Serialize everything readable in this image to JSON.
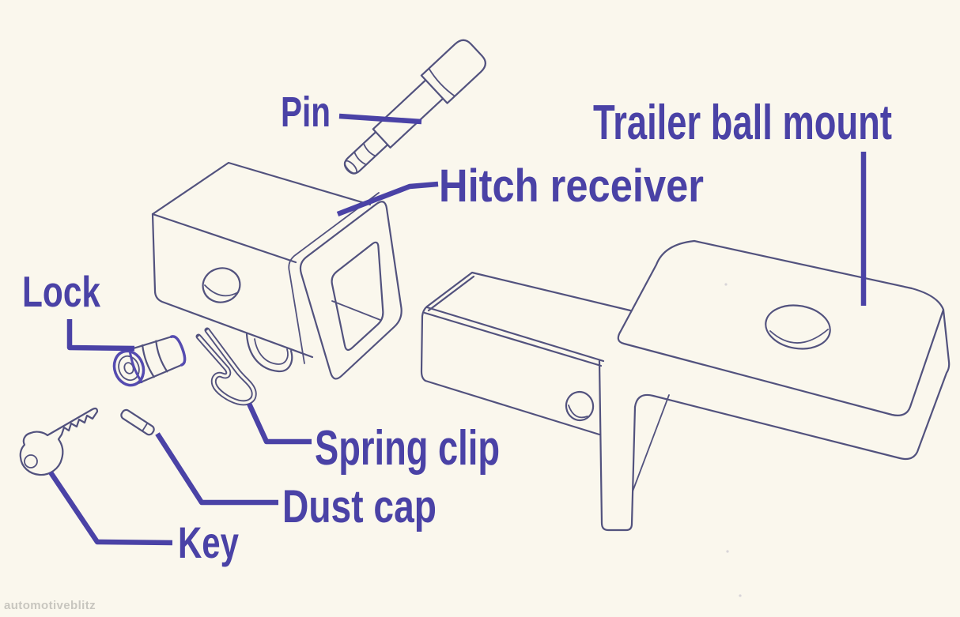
{
  "diagram": {
    "parts": [
      {
        "id": "pin",
        "label": "Pin"
      },
      {
        "id": "hitch-receiver",
        "label": "Hitch receiver"
      },
      {
        "id": "trailer-ball-mount",
        "label": "Trailer ball mount"
      },
      {
        "id": "lock",
        "label": "Lock"
      },
      {
        "id": "spring-clip",
        "label": "Spring clip"
      },
      {
        "id": "dust-cap",
        "label": "Dust cap"
      },
      {
        "id": "key",
        "label": "Key"
      }
    ],
    "watermark": "automotiveblitz",
    "colors": {
      "background": "#faf7ed",
      "label_text": "#4a42a6",
      "leader_line": "#4a42a6",
      "line_art": "#52527e",
      "watermark_text": "#c8c6bf"
    }
  }
}
